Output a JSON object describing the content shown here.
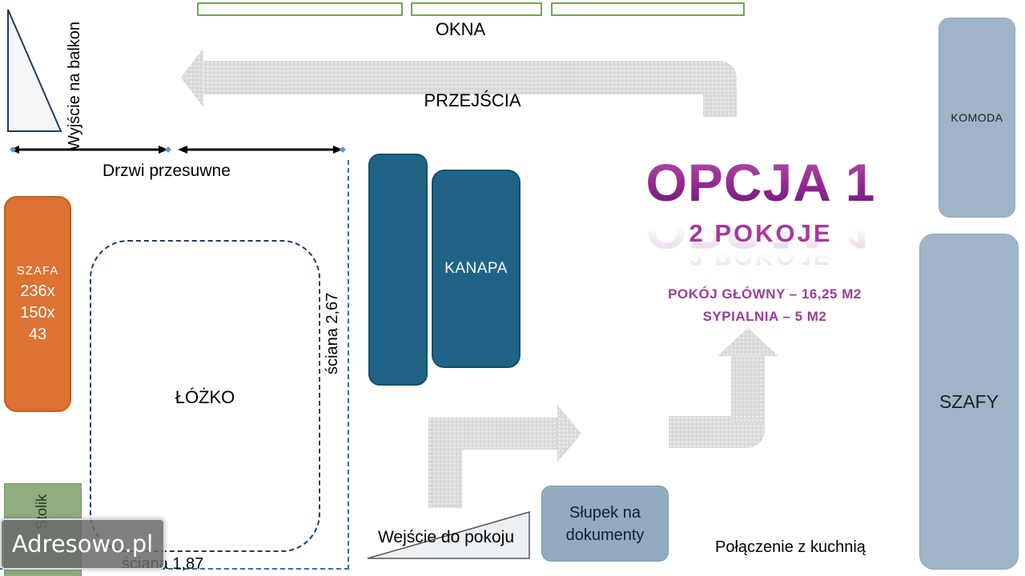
{
  "labels": {
    "balcony": "Wyjście na balkon",
    "windows": "OKNA",
    "passages": "PRZEJŚCIA",
    "sliding_doors": "Drzwi przesuwne",
    "wall_vertical": "ściana  2,67",
    "wall_horizontal": "ściana  1,87",
    "room_entrance": "Wejście do pokoju",
    "kitchen_connection": "Połączenie z kuchnią"
  },
  "furniture": {
    "szafa": {
      "name": "SZAFA",
      "dim_w": "236x",
      "dim_h": "150x",
      "dim_d": "43"
    },
    "lozko": {
      "name": "ŁÓŻKO"
    },
    "kanapa": {
      "name": "KANAPA"
    },
    "komoda": {
      "name": "KOMODA"
    },
    "szafy": {
      "name": "SZAFY"
    },
    "slupek": {
      "name": "Słupek na dokumenty"
    },
    "stolik": {
      "name": "Stolik"
    }
  },
  "title": {
    "main": "OPCJA 1",
    "subtitle": "2 POKOJE",
    "area_line1": "POKÓJ GŁÓWNY – 16,25 M2",
    "area_line2": "SYPIALNIA – 5 M2"
  },
  "watermark": {
    "text": "Adresowo.pl"
  },
  "colors": {
    "accent_purple": "#9C3096",
    "furniture_teal": "#1F6487",
    "furniture_orange": "#DD7232",
    "furniture_steel": "#9FB5C7",
    "window_green": "#6FA84F",
    "arrow_gray": "#D8D8D8"
  }
}
